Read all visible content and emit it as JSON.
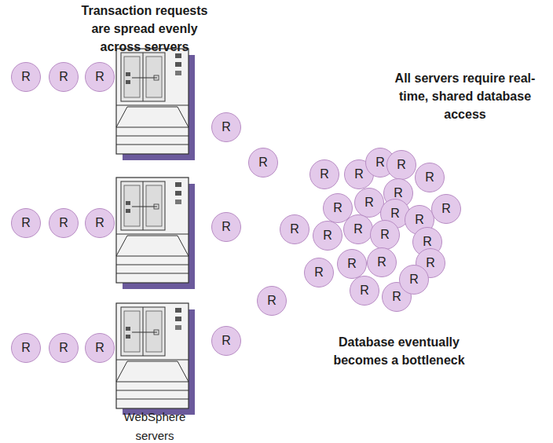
{
  "diagram": {
    "nodes": [
      {
        "text": [
          "R"
        ]
      },
      {
        "text": [
          "R"
        ]
      },
      {
        "text": [
          "R"
        ]
      },
      {
        "text": [
          "R"
        ]
      },
      {
        "text": [
          "R"
        ]
      },
      {
        "text": [
          "R"
        ]
      },
      {
        "text": [
          "R"
        ]
      },
      {
        "text": [
          "R"
        ]
      },
      {
        "text": [
          "R"
        ]
      },
      {
        "text": [
          "R"
        ]
      },
      {
        "text": [
          "R"
        ]
      },
      {
        "text": [
          "R"
        ]
      },
      {
        "text": [
          "R"
        ]
      },
      {
        "text": [
          "R"
        ]
      },
      {
        "text": [
          "R"
        ]
      },
      {
        "text": [
          "R"
        ]
      },
      {
        "text": [
          "R"
        ]
      },
      {
        "text": [
          "R"
        ]
      },
      {
        "text": [
          "R"
        ]
      },
      {
        "text": [
          "R"
        ]
      },
      {
        "text": [
          "R"
        ]
      },
      {
        "text": [
          "R"
        ]
      },
      {
        "text": [
          "R"
        ]
      },
      {
        "text": [
          "R"
        ]
      },
      {
        "text": [
          "R"
        ]
      },
      {
        "text": [
          "R"
        ]
      },
      {
        "text": [
          "R"
        ]
      },
      {
        "text": [
          "R"
        ]
      },
      {
        "text": [
          "R"
        ]
      },
      {
        "text": [
          "R"
        ]
      },
      {
        "text": [
          "R"
        ]
      },
      {
        "text": [
          "R"
        ]
      },
      {
        "text": [
          "R"
        ]
      },
      {
        "text": [
          "R"
        ]
      },
      {
        "text": [
          "R"
        ]
      },
      {
        "text": [
          "R"
        ]
      },
      {
        "text": [
          "R"
        ]
      },
      {
        "text": [
          "Database"
        ]
      }
    ],
    "labels": [
      "Transaction requests are spread evenly across servers",
      "All servers require real-time, shared database access",
      "Database eventually becomes a bottleneck",
      "WebSphere servers"
    ]
  }
}
